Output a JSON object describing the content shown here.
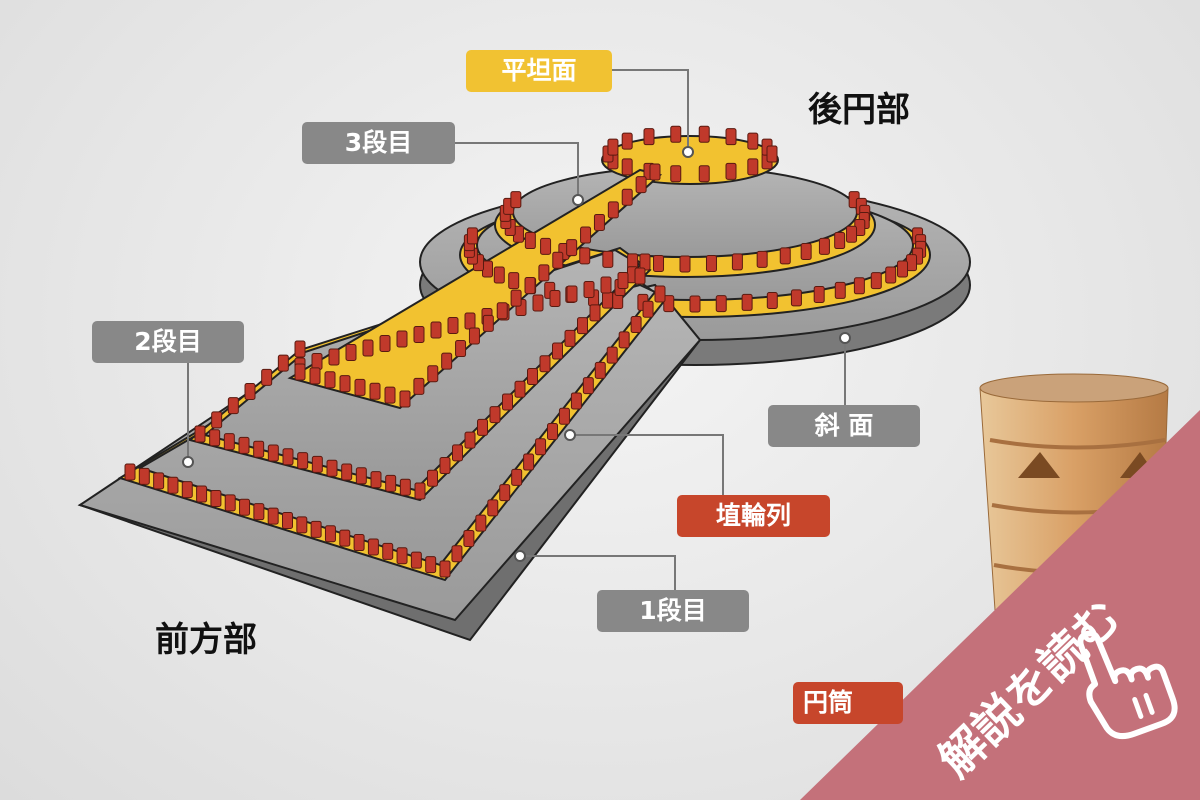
{
  "labels": {
    "flat_surface": "平坦面",
    "tier3": "3段目",
    "tier2": "2段目",
    "tier1": "1段目",
    "slope": "斜 面",
    "haniwa_row": "埴輪列",
    "cylinder": "円筒"
  },
  "sections": {
    "rear_circular": "後円部",
    "front_square": "前方部"
  },
  "banner": {
    "text": "解説を読む",
    "color": "#c4717a",
    "icon": "pointing-hand-icon"
  },
  "colors": {
    "mound_stone": "#9e9e9e",
    "terrace_yellow": "#f2c230",
    "haniwa_red": "#c0392b",
    "label_gray": "#888888",
    "label_yellow": "#f1c232",
    "label_red": "#c7462b"
  }
}
